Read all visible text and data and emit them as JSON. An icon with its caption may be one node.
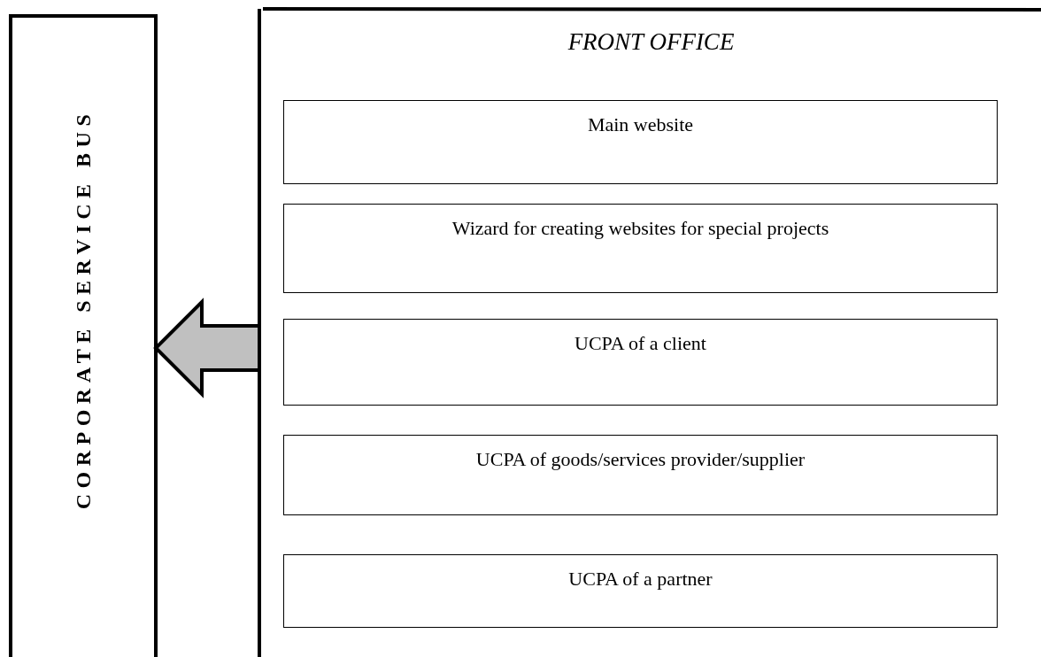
{
  "diagram": {
    "nodes": [
      {
        "text": [
          "CORPORATE SERVICE BUS"
        ]
      },
      {
        "text": [
          "FRONT OFFICE"
        ]
      },
      {
        "text": [
          "Main website"
        ],
        "in": 1
      },
      {
        "text": [
          "Wizard for creating websites for special projects"
        ],
        "in": 1
      },
      {
        "text": [
          "UCPA of a client"
        ],
        "in": 1
      },
      {
        "text": [
          "UCPA of goods/services provider/supplier"
        ],
        "in": 1
      },
      {
        "text": [
          "UCPA of a partner"
        ],
        "in": 1
      }
    ],
    "edges": [
      {
        "from": 1,
        "to": 0,
        "arrow": "to",
        "style": "thick"
      }
    ]
  }
}
